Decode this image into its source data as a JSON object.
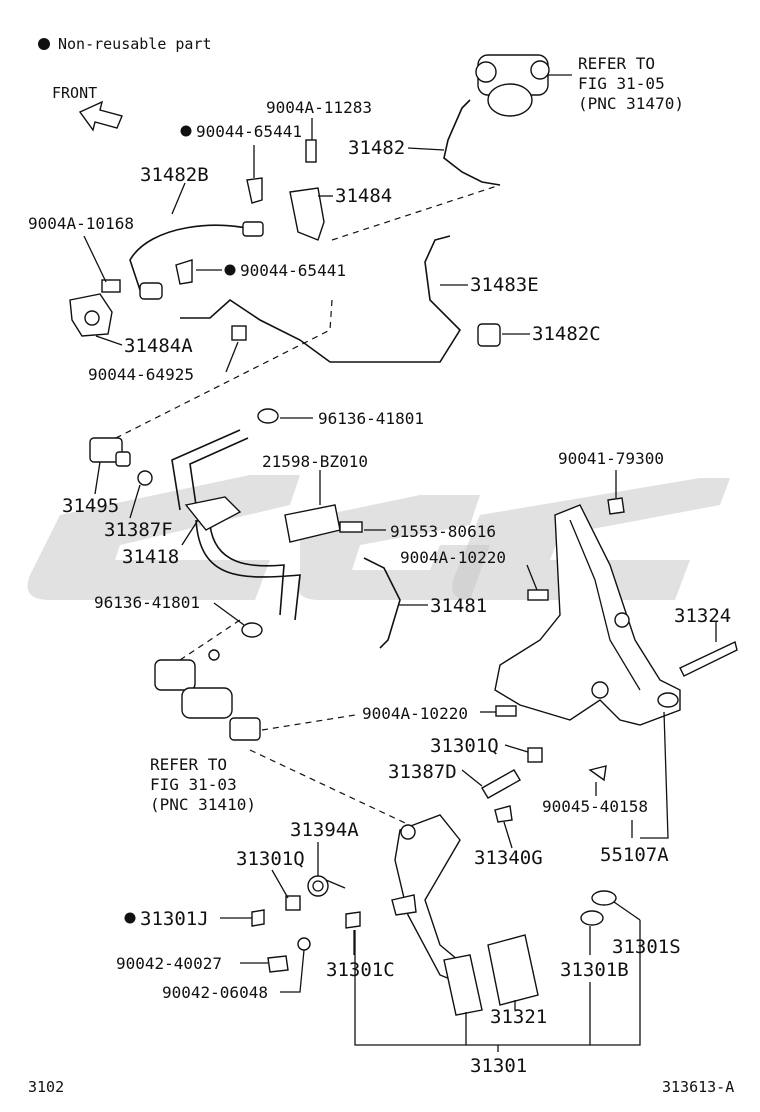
{
  "legend": {
    "text": "Non-reusable part"
  },
  "front_label": "FRONT",
  "refer_top": {
    "line1": "REFER TO",
    "line2": "FIG 31-05",
    "line3": "(PNC 31470)"
  },
  "refer_left": {
    "line1": "REFER TO",
    "line2": "FIG 31-03",
    "line3": "(PNC 31410)"
  },
  "parts": {
    "p9004A11283": "9004A-11283",
    "p9004465441a": "90044-65441",
    "p31482": "31482",
    "p31482B": "31482B",
    "p31484": "31484",
    "p9004A10168": "9004A-10168",
    "p9004465441b": "90044-65441",
    "p31483E": "31483E",
    "p31484A": "31484A",
    "p31482C": "31482C",
    "p9004464925": "90044-64925",
    "p9613641801a": "96136-41801",
    "p21598BZ010": "21598-BZ010",
    "p9004179300": "90041-79300",
    "p31495": "31495",
    "p9155380616": "91553-80616",
    "p31387F": "31387F",
    "p9004A10220a": "9004A-10220",
    "p31418": "31418",
    "p9613641801b": "96136-41801",
    "p31481": "31481",
    "p31324": "31324",
    "p9004A10220b": "9004A-10220",
    "p31301Q_top": "31301Q",
    "p31387D": "31387D",
    "p9004540158": "90045-40158",
    "p31394A": "31394A",
    "p31340G": "31340G",
    "p55107A": "55107A",
    "p31301Q_low": "31301Q",
    "p31301J": "31301J",
    "p31301S": "31301S",
    "p9004240027": "90042-40027",
    "p31301C": "31301C",
    "p31301B": "31301B",
    "p9004206048": "90042-06048",
    "p31321": "31321",
    "p31301": "31301"
  },
  "footer": {
    "left": "3102",
    "right": "313613-A"
  }
}
